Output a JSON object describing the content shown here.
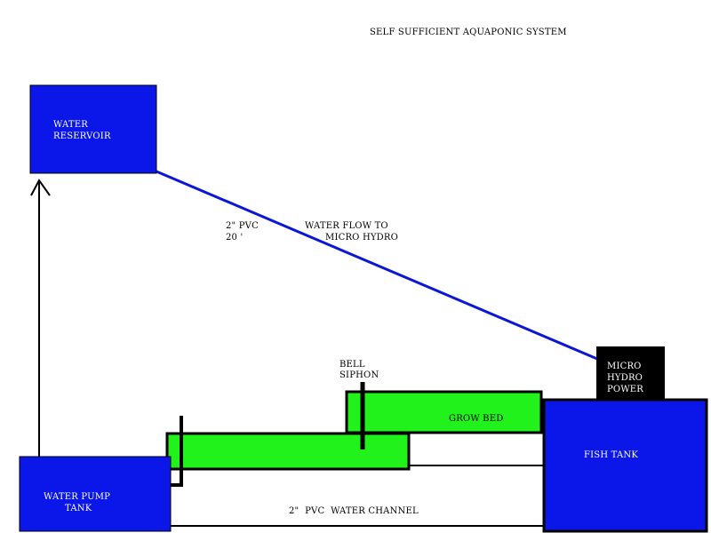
{
  "title": "SELF SUFFICIENT AQUAPONIC SYSTEM",
  "colors": {
    "tank_blue": "#0a17e8",
    "pipe_blue": "#0a17d6",
    "grow_bed_green": "#22f21c",
    "micro_hydro_black": "#000000",
    "background": "#ffffff"
  },
  "components": {
    "water_reservoir": {
      "label_line1": "WATER",
      "label_line2": "RESERVOIR"
    },
    "water_pump_tank": {
      "label_line1": "WATER PUMP",
      "label_line2": "TANK"
    },
    "fish_tank": {
      "label": "FISH TANK"
    },
    "micro_hydro": {
      "label_line1": "MICRO",
      "label_line2": "HYDRO",
      "label_line3": "POWER"
    },
    "grow_bed": {
      "label": "GROW BED"
    },
    "bell_siphon": {
      "label_line1": "BELL",
      "label_line2": "SIPHON"
    }
  },
  "annotations": {
    "pvc_size": "2\" PVC",
    "pvc_length": "20 '",
    "flow_line1": "WATER FLOW TO",
    "flow_line2": "MICRO HYDRO",
    "channel": "2\"  PVC  WATER CHANNEL"
  },
  "icons": {
    "arrow": "arrow-up-icon"
  }
}
